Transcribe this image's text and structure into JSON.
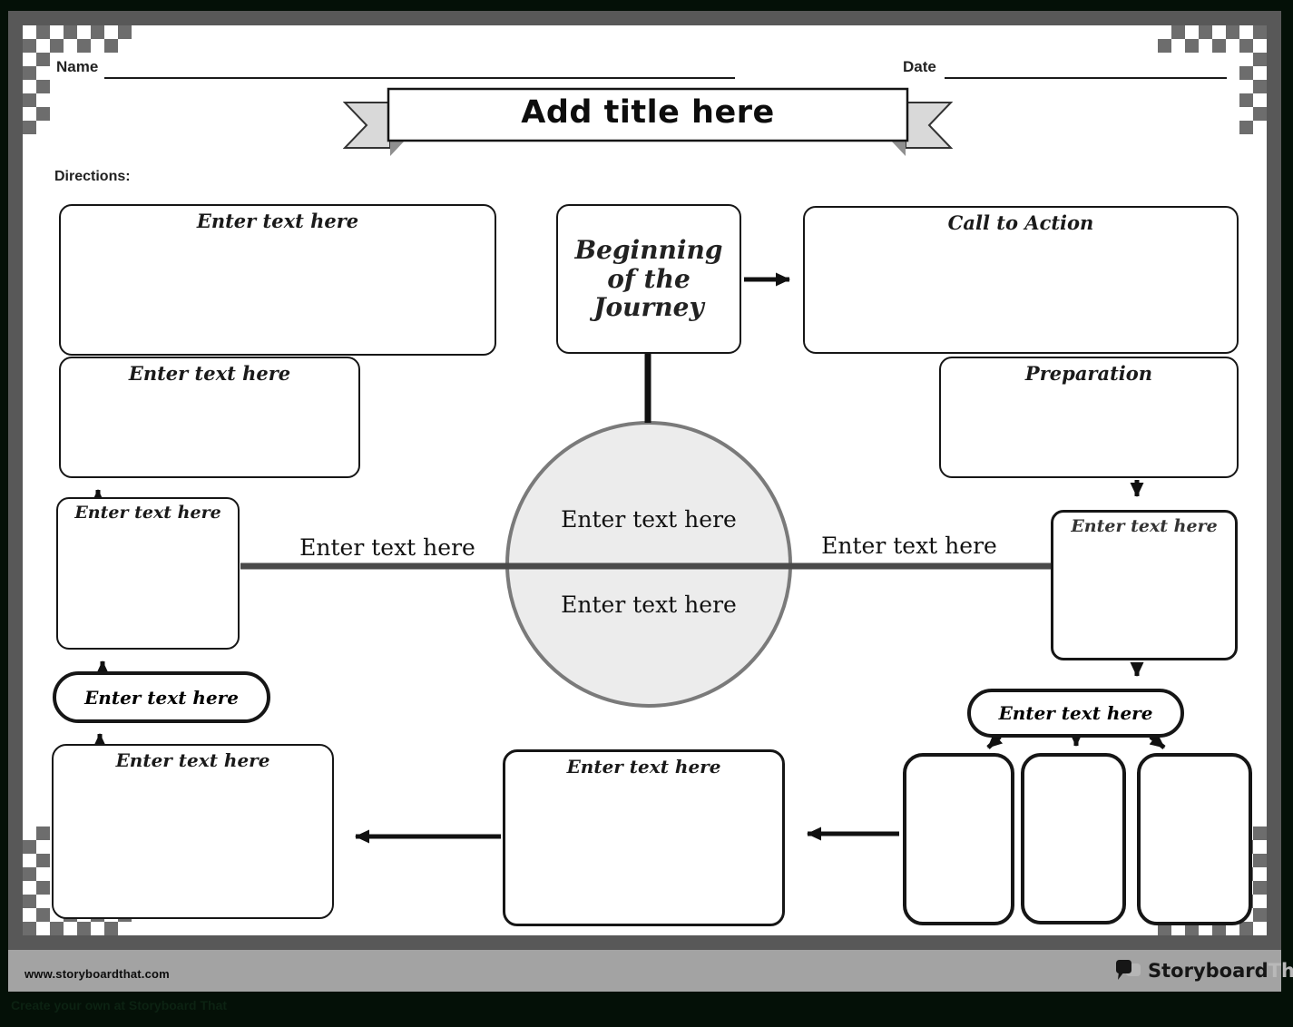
{
  "header": {
    "name_label": "Name",
    "date_label": "Date",
    "title_placeholder": "Add title here",
    "directions_label": "Directions:"
  },
  "diagram": {
    "top_left_large": "Enter text here",
    "top_left_small": "Enter text here",
    "beginning": "Beginning of the Journey",
    "call_to_action": "Call to Action",
    "preparation": "Preparation",
    "left_square": "Enter text here",
    "left_pill": "Enter text here",
    "bottom_left": "Enter text here",
    "bottom_center": "Enter text here",
    "right_square": "Enter text here",
    "right_pill": "Enter text here",
    "circle_top": "Enter text here",
    "circle_bottom": "Enter text here",
    "line_label_left": "Enter text here",
    "line_label_right": "Enter text here"
  },
  "footer": {
    "site_url": "www.storyboardthat.com",
    "note": "Create your own at Storyboard That",
    "logo_part1": "Storyboard",
    "logo_part2": "That"
  },
  "colors": {
    "page_background": "#041007",
    "frame": "#585858",
    "footer_bar": "#a3a3a3",
    "checker_gray": "#6d6d6d",
    "circle_fill": "#ececec",
    "circle_border": "#7a7a7a",
    "divider_line": "#4a4a4a",
    "ribbon_tail": "#d9d9d9",
    "ink": "#161616"
  }
}
